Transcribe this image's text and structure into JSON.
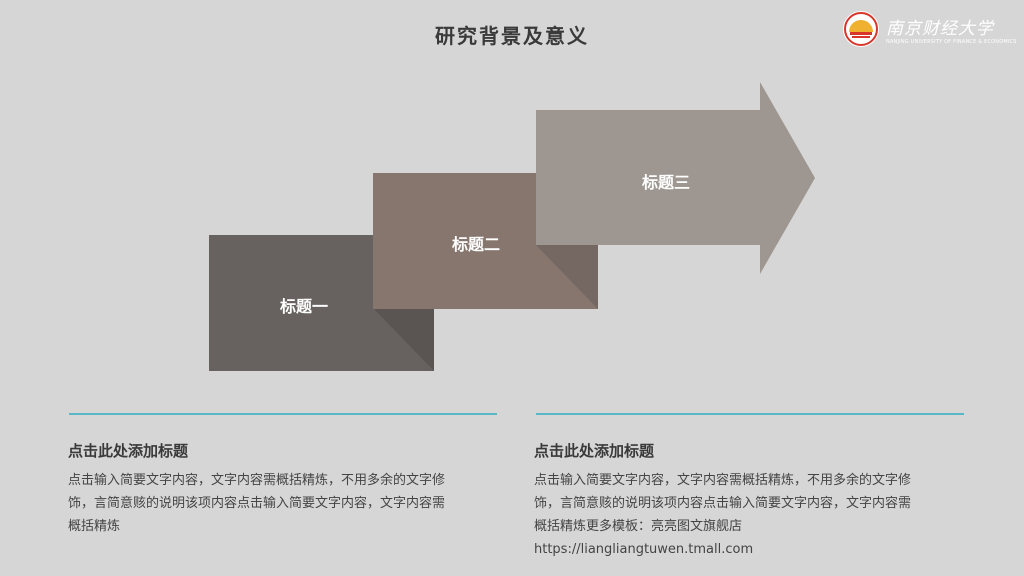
{
  "slide": {
    "title": "研究背景及意义"
  },
  "logo": {
    "name": "南京财经大学",
    "subtitle": "NANJING UNIVERSITY OF FINANCE & ECONOMICS",
    "colors": {
      "emblem_ring": "#d8362a",
      "emblem_sun": "#f0b030"
    }
  },
  "steps": [
    {
      "label": "标题一",
      "color": "#676260"
    },
    {
      "label": "标题二",
      "color": "#86766e"
    },
    {
      "label": "标题三",
      "color": "#9e9690"
    }
  ],
  "accent_color": "#5ab8c6",
  "columns": [
    {
      "heading": "点击此处添加标题",
      "lines": [
        "点击输入简要文字内容，文字内容需概括精炼，不用多余的文字修",
        "饰，言简意赅的说明该项内容点击输入简要文字内容，文字内容需",
        "概括精炼"
      ]
    },
    {
      "heading": "点击此处添加标题",
      "lines": [
        "点击输入简要文字内容，文字内容需概括精炼，不用多余的文字修",
        "饰，言简意赅的说明该项内容点击输入简要文字内容，文字内容需",
        "概括精炼更多模板：亮亮图文旗舰店",
        "https://liangliangtuwen.tmall.com"
      ]
    }
  ]
}
